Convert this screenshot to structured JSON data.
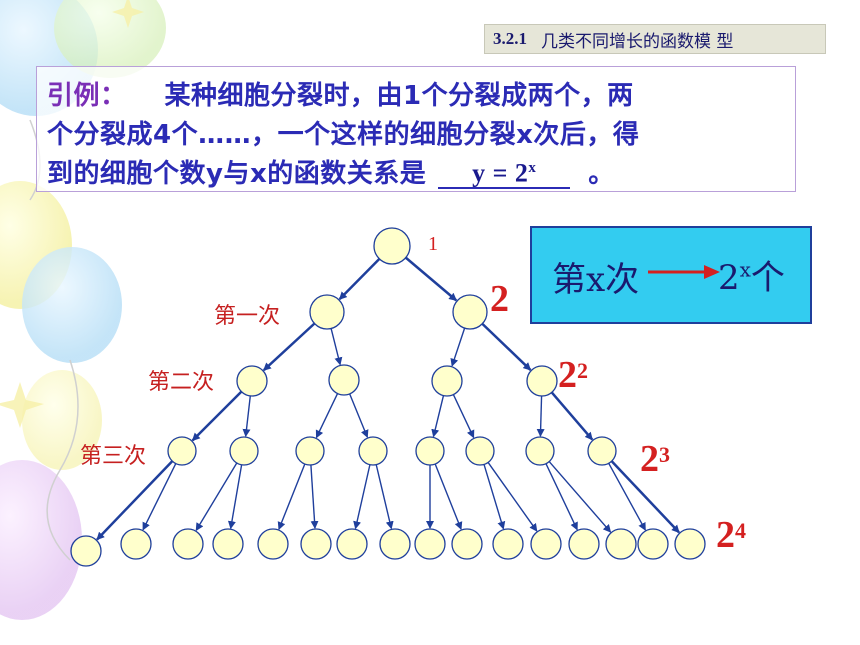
{
  "header": {
    "code": "3.2.1",
    "title": "几类不同增长的函数模 型"
  },
  "example": {
    "lead": "引例：",
    "line1_rest": "某种细胞分裂时，由1个分裂成两个，两",
    "line2": "个分裂成4个……，一个这样的细胞分裂x次后，得",
    "line3_pre": "到的细胞个数y与x的函数关系是",
    "answer_base": "y = 2",
    "answer_exp": "x",
    "line3_post": "。"
  },
  "legend": {
    "left": "第x次",
    "right_base": "2",
    "right_exp": "x",
    "right_tail": "个"
  },
  "levels": [
    "第一次",
    "第二次",
    "第三次"
  ],
  "counts": [
    {
      "base": "1",
      "exp": ""
    },
    {
      "base": "2",
      "exp": ""
    },
    {
      "base": "2",
      "exp": "2"
    },
    {
      "base": "2",
      "exp": "3"
    },
    {
      "base": "2",
      "exp": "4"
    }
  ],
  "colors": {
    "node_fill": "#ffffcc",
    "node_stroke": "#1f3f9c",
    "edge": "#1f3f9c",
    "red": "#d42020",
    "legend_bg": "#33ccf0"
  }
}
